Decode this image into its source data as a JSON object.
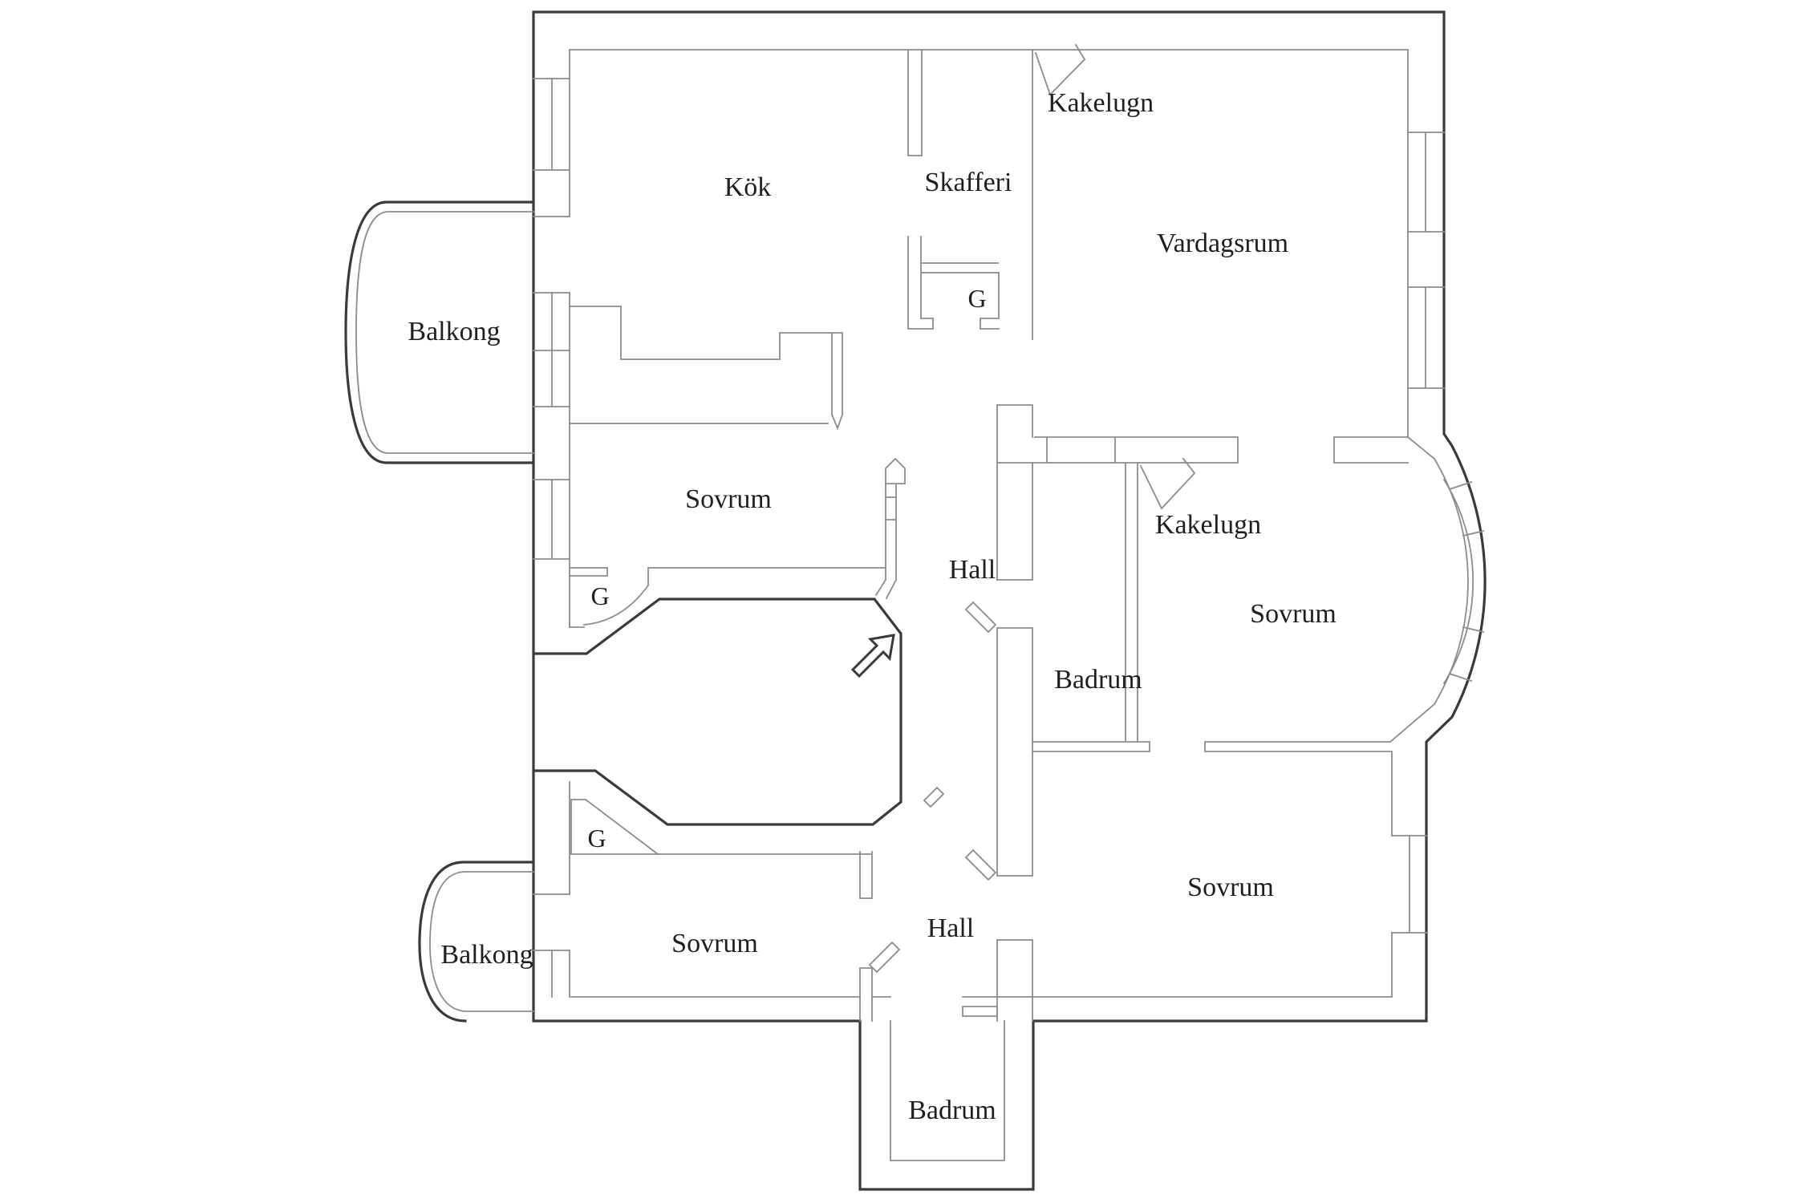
{
  "document": {
    "type": "floor-plan",
    "language": "Swedish"
  },
  "colors": {
    "background": "#ffffff",
    "wall_dark": "#3a3a3a",
    "wall_light": "#8c8c8c",
    "label_text": "#1f1f1f"
  },
  "rooms": {
    "kok": {
      "label": "Kök"
    },
    "skafferi": {
      "label": "Skafferi"
    },
    "kakelugn_top": {
      "label": "Kakelugn"
    },
    "vardagsrum": {
      "label": "Vardagsrum"
    },
    "balkong_top": {
      "label": "Balkong"
    },
    "garderob_skafferi": {
      "label": "G"
    },
    "sovrum_upper": {
      "label": "Sovrum"
    },
    "hall_upper": {
      "label": "Hall"
    },
    "kakelugn_mid": {
      "label": "Kakelugn"
    },
    "sovrum_mid": {
      "label": "Sovrum"
    },
    "garderob_upper": {
      "label": "G"
    },
    "badrum_mid": {
      "label": "Badrum"
    },
    "garderob_lower": {
      "label": "G"
    },
    "sovrum_lower_left": {
      "label": "Sovrum"
    },
    "hall_lower": {
      "label": "Hall"
    },
    "balkong_bottom": {
      "label": "Balkong"
    },
    "sovrum_lower_right": {
      "label": "Sovrum"
    },
    "badrum_bottom": {
      "label": "Badrum"
    }
  }
}
